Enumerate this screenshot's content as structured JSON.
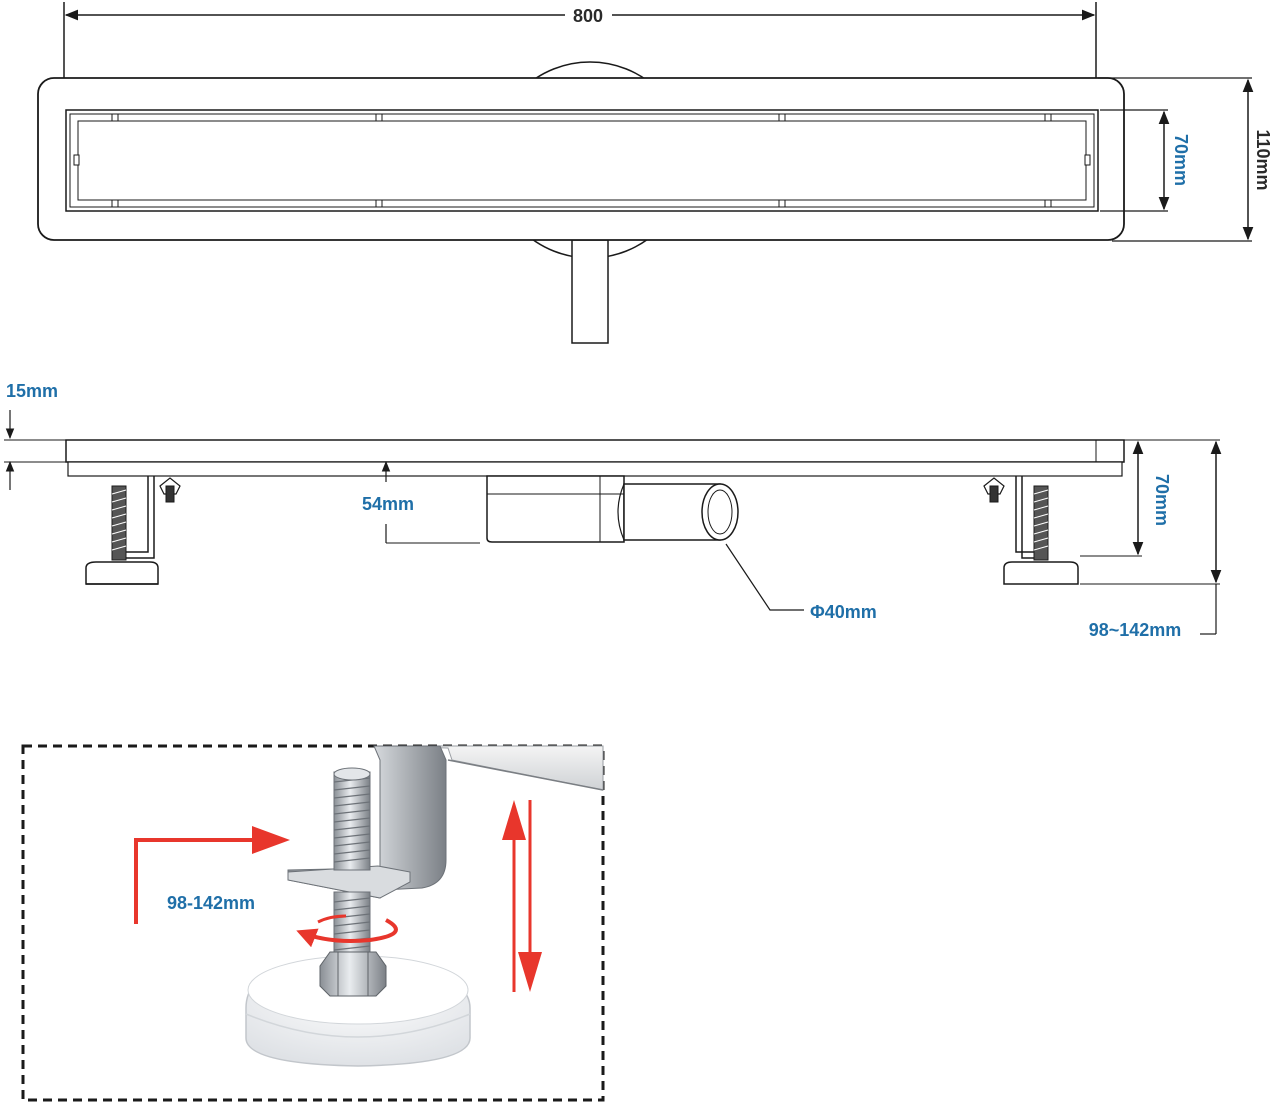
{
  "top_view": {
    "length_label": "800",
    "inner_width_label": "70mm",
    "outer_width_label": "110mm"
  },
  "side_view": {
    "flange_label": "15mm",
    "trap_depth_label": "54mm",
    "body_height_label": "70mm",
    "outlet_label": "Φ40mm",
    "total_height_label": "98~142mm"
  },
  "detail": {
    "adjust_label": "98-142mm",
    "arrow_color": "#e8362c",
    "frame": "dashed"
  },
  "colors": {
    "label_blue": "#1f6fa8",
    "line": "#1a1a1a",
    "accent_red": "#e8362c"
  }
}
